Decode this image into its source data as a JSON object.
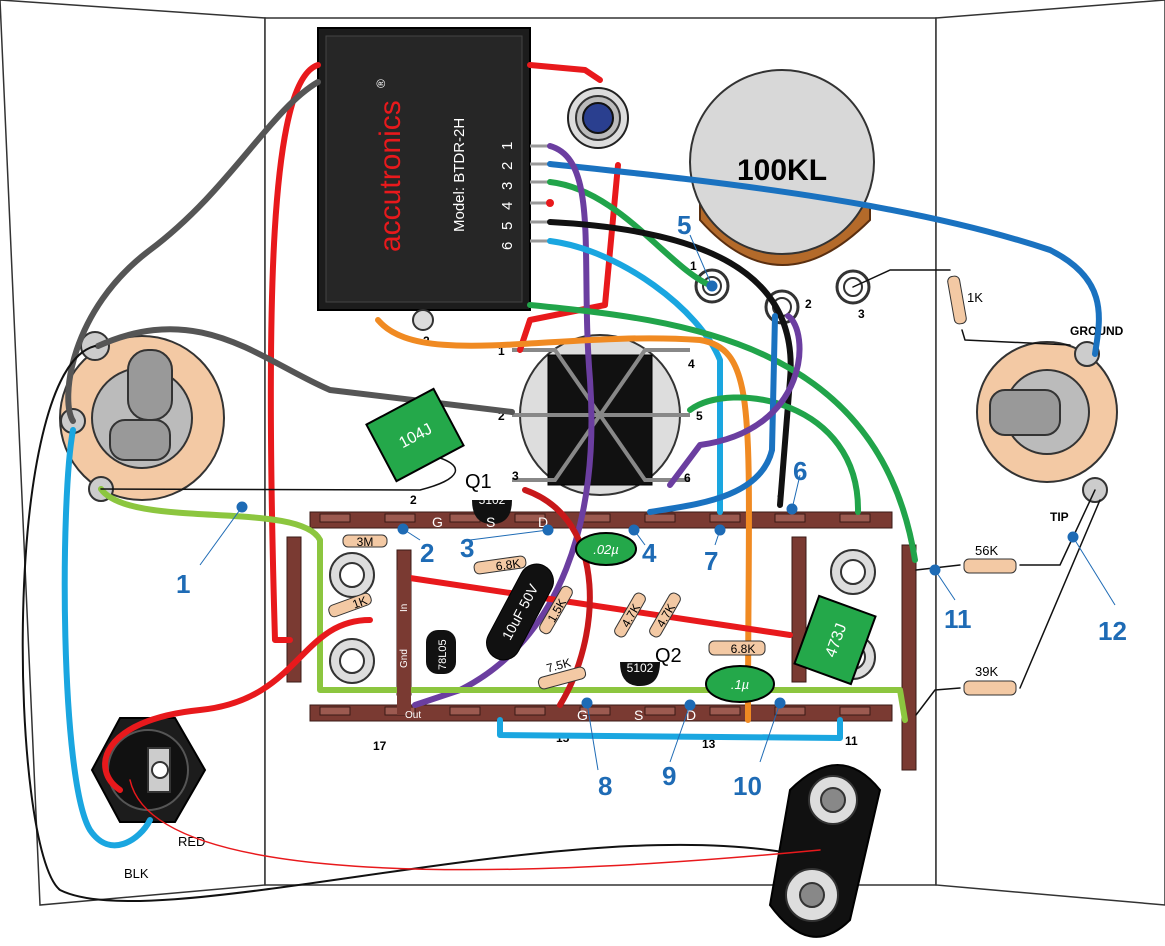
{
  "transformer": {
    "brand": "accutronics",
    "registered": "®",
    "model": "Model: BTDR-2H",
    "pins": [
      "1",
      "2",
      "3",
      "4",
      "5",
      "6"
    ]
  },
  "pot": {
    "label": "100KL",
    "pins": [
      "1",
      "2",
      "3"
    ]
  },
  "jacks": {
    "ground": "GROUND",
    "tip": "TIP"
  },
  "power": {
    "red": "RED",
    "blk": "BLK"
  },
  "transistors": {
    "q1_name": "Q1",
    "q2_name": "Q2",
    "part": "5102",
    "g": "G",
    "s": "S",
    "d": "D"
  },
  "regulator": {
    "part": "78L05",
    "in": "In",
    "gnd": "Gnd",
    "out": "Out"
  },
  "capacitors": {
    "c104": "104J",
    "c473": "473J",
    "c02": ".02µ",
    "c1": ".1µ",
    "electro": "10uF 50V"
  },
  "resistors": {
    "r3m": "3M",
    "r68k_a": "6.8K",
    "r1k_a": "1K",
    "r15k": "1.5K",
    "r47k_a": "4.7K",
    "r47k_b": "4.7K",
    "r75k": "7.5K",
    "r68k_b": "6.8K",
    "r1k_b": "1K",
    "r56k": "56K",
    "r39k": "39K"
  },
  "pads": {
    "top_2": "2",
    "top_7": "7",
    "bot_17": "17",
    "bot_15": "15",
    "bot_13": "13",
    "bot_11": "11"
  },
  "transformer_pins": {
    "p1": "1",
    "p2": "2",
    "p3": "3",
    "p4": "4",
    "p5": "5",
    "p6": "6"
  },
  "reverb_pan_pins": {
    "p2": "2"
  },
  "callouts": [
    "1",
    "2",
    "3",
    "4",
    "5",
    "6",
    "7",
    "8",
    "9",
    "10",
    "11",
    "12"
  ],
  "colors": {
    "red": "#e8191c",
    "blue": "#1a72c0",
    "lightblue": "#1aa6e0",
    "green": "#21a44a",
    "purple": "#6b3ea0",
    "orange": "#f08a22",
    "black": "#111111",
    "gray": "#555555",
    "lightgreen": "#8cc63f",
    "board": "#7a3a32",
    "callout": "#1e6bb5"
  }
}
